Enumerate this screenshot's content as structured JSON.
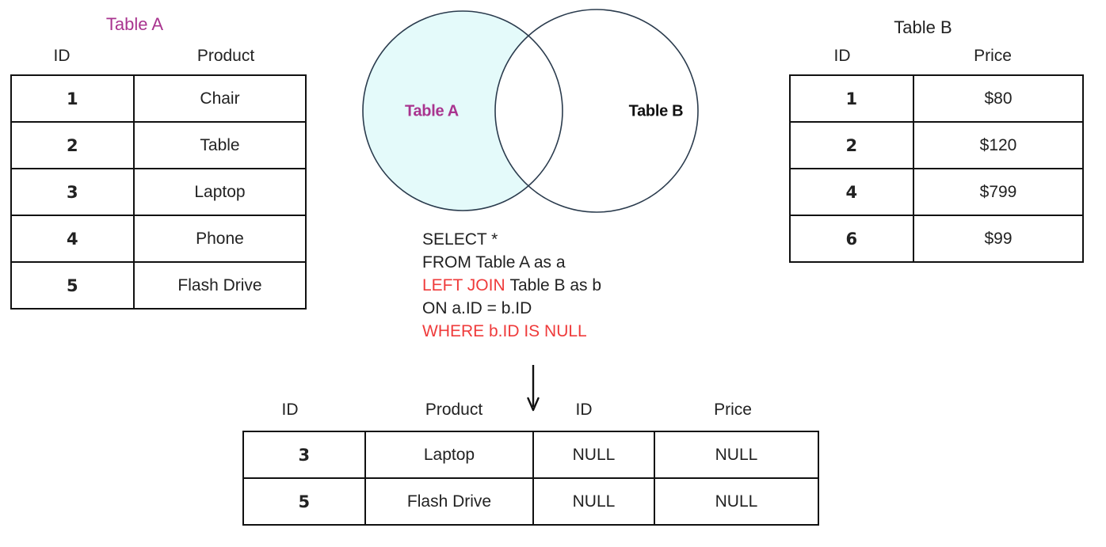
{
  "diagram": {
    "type": "sql-left-join-excluding-inner-join",
    "title_colors": {
      "magenta": "#a9348f",
      "red": "#ef3b3b",
      "venn_fill": "#e4fafa",
      "venn_stroke": "#2a3b4d"
    }
  },
  "table_a": {
    "title": "Table A",
    "columns": [
      "ID",
      "Product"
    ],
    "rows": [
      {
        "id": "1",
        "product": "Chair",
        "highlight": false
      },
      {
        "id": "2",
        "product": "Table",
        "highlight": false
      },
      {
        "id": "3",
        "product": "Laptop",
        "highlight": true
      },
      {
        "id": "4",
        "product": "Phone",
        "highlight": false
      },
      {
        "id": "5",
        "product": "Flash Drive",
        "highlight": true
      }
    ]
  },
  "table_b": {
    "title": "Table B",
    "columns": [
      "ID",
      "Price"
    ],
    "rows": [
      {
        "id": "1",
        "price": "$80"
      },
      {
        "id": "2",
        "price": "$120"
      },
      {
        "id": "4",
        "price": "$799"
      },
      {
        "id": "6",
        "price": "$99"
      }
    ]
  },
  "venn": {
    "left_label": "Table A",
    "right_label": "Table B",
    "shaded_region": "left-only"
  },
  "sql": {
    "lines": [
      {
        "text": "SELECT   *",
        "color": "black"
      },
      {
        "text": "FROM  Table A as a",
        "color": "black"
      },
      {
        "keyword": "LEFT JOIN",
        "text": " Table B as b",
        "color": "mixed"
      },
      {
        "text": "ON a.ID = b.ID",
        "color": "black"
      },
      {
        "text": "WHERE b.ID IS NULL",
        "color": "red"
      }
    ],
    "select": "SELECT   *",
    "from": "FROM  Table A as a",
    "join_keyword": "LEFT JOIN",
    "join_rest": "Table B as b",
    "on": "ON a.ID = b.ID",
    "where": "WHERE b.ID IS NULL"
  },
  "result_table": {
    "columns": [
      "ID",
      "Product",
      "ID",
      "Price"
    ],
    "rows": [
      {
        "a_id": "3",
        "product": "Laptop",
        "b_id": "NULL",
        "price": "NULL"
      },
      {
        "a_id": "5",
        "product": "Flash Drive",
        "b_id": "NULL",
        "price": "NULL"
      }
    ]
  }
}
